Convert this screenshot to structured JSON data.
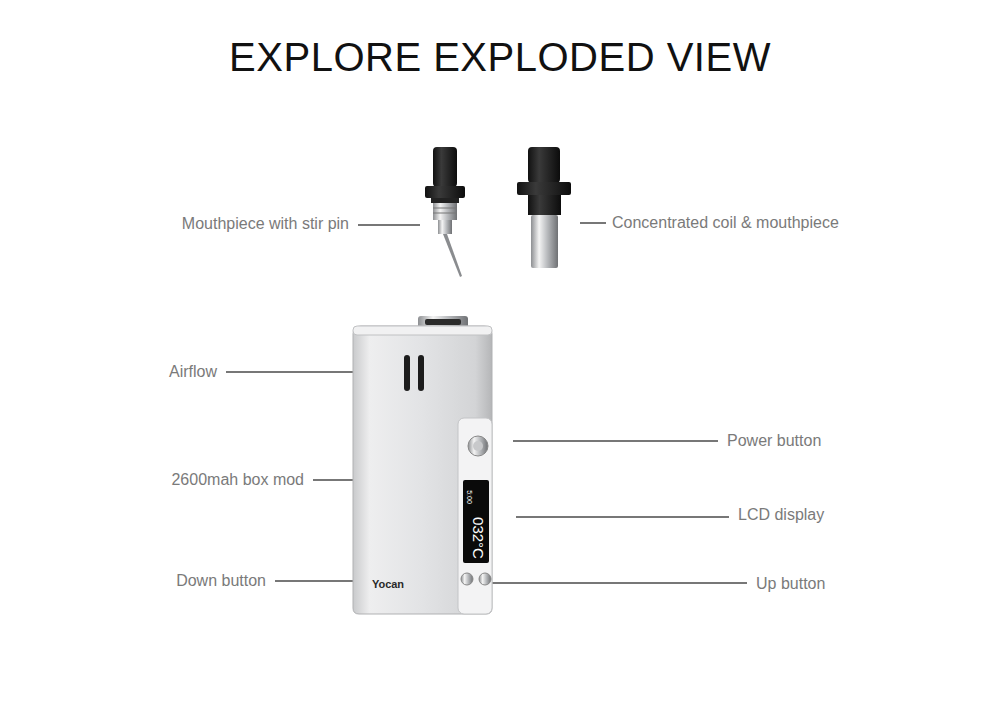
{
  "diagram": {
    "title": "EXPLORE EXPLODED VIEW",
    "labels": [
      "Mouthpiece with stir pin",
      "Concentrated coil & mouthpiece",
      "Airflow",
      "2600mah box mod",
      "Down button",
      "Power button",
      "LCD display",
      "Up button",
      "032°C",
      "5:00",
      "Yocan"
    ]
  }
}
